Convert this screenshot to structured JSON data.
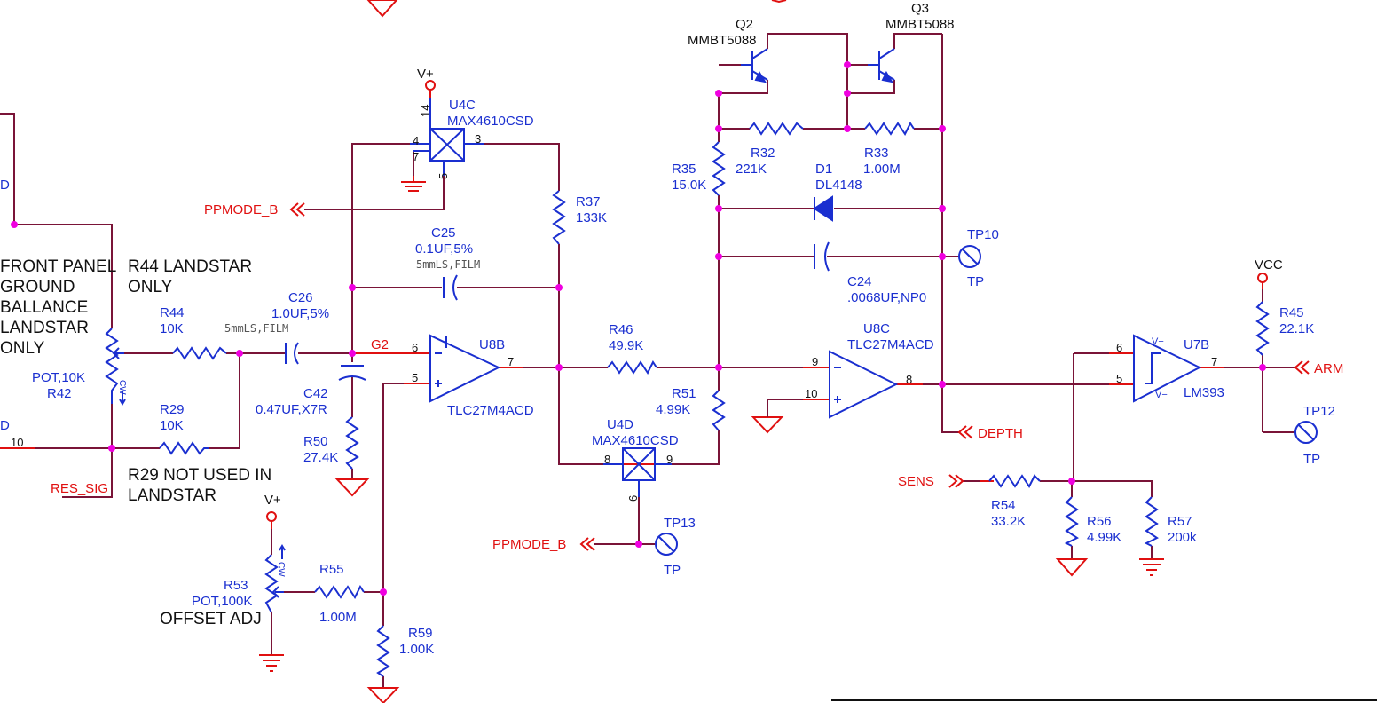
{
  "labels": {
    "u4c_pwr": "V+",
    "u4c_pin14": "14",
    "u4c_ref": "U4C",
    "u4c_part": "MAX4610CSD",
    "u4c_pin4": "4",
    "u4c_pin3": "3",
    "u4c_pin7": "7",
    "u4c_pin5": "5",
    "q2_ref": "Q2",
    "q2_part": "MMBT5088",
    "q3_ref": "Q3",
    "q3_part": "MMBT5088",
    "r35_ref": "R35",
    "r35_val": "15.0K",
    "r32_ref": "R32",
    "r32_val": "221K",
    "r33_ref": "R33",
    "r33_val": "1.00M",
    "d1_ref": "D1",
    "d1_part": "DL4148",
    "r37_ref": "R37",
    "r37_val": "133K",
    "c25_ref": "C25",
    "c25_val": "0.1UF,5%",
    "c25_pkg": "5mmLS,FILM",
    "tp10_ref": "TP10",
    "tp10_sub": "TP",
    "c24_ref": "C24",
    "c24_val": ".0068UF,NP0",
    "r44_ref": "R44",
    "r44_val": "10K",
    "r29_ref": "R29",
    "r29_val": "10K",
    "c26_ref": "C26",
    "c26_val": "1.0UF,5%",
    "c26_pkg": "5mmLS,FILM",
    "c42_ref": "C42",
    "c42_val": "0.47UF,X7R",
    "g2": "G2",
    "u8b_ref": "U8B",
    "u8b_part": "TLC27M4ACD",
    "u8b_p6": "6",
    "u8b_p5": "5",
    "u8b_p7": "7",
    "r50_ref": "R50",
    "r50_val": "27.4K",
    "r46_ref": "R46",
    "r46_val": "49.9K",
    "r51_ref": "R51",
    "r51_val": "4.99K",
    "u8c_ref": "U8C",
    "u8c_part": "TLC27M4ACD",
    "u8c_p9": "9",
    "u8c_p10": "10",
    "u8c_p8": "8",
    "u4d_ref": "U4D",
    "u4d_part": "MAX4610CSD",
    "u4d_p8": "8",
    "u4d_p9": "9",
    "u4d_p6": "6",
    "tp13_ref": "TP13",
    "tp13_sub": "TP",
    "vcc": "VCC",
    "r45_ref": "R45",
    "r45_val": "22.1K",
    "u7b_ref": "U7B",
    "u7b_part": "LM393",
    "u7b_p6": "6",
    "u7b_p5": "5",
    "u7b_p7": "7",
    "u7b_vp": "V+",
    "u7b_vm": "V−",
    "tp12_ref": "TP12",
    "tp12_sub": "TP",
    "r54_ref": "R54",
    "r54_val": "33.2K",
    "r56_ref": "R56",
    "r56_val": "4.99K",
    "r57_ref": "R57",
    "r57_val": "200k",
    "r42_ref": "R42",
    "r42_val": "POT,10K",
    "cw": "CW",
    "r53_ref": "R53",
    "r53_val": "POT,100K",
    "offset_adj": "OFFSET ADJ",
    "r53_pwr": "V+",
    "r55_ref": "R55",
    "r55_val": "1.00M",
    "r59_ref": "R59",
    "r59_val": "1.00K",
    "left_d1": "D",
    "left_d2": "D",
    "left_pin10": "10"
  },
  "nets": {
    "ppmode_b_top": "PPMODE_B",
    "ppmode_b_bot": "PPMODE_B",
    "depth": "DEPTH",
    "arm": "ARM",
    "sens": "SENS",
    "res_sig": "RES_SIG"
  },
  "notes": {
    "front_panel": [
      "FRONT PANEL",
      "GROUND",
      "BALLANCE",
      "LANDSTAR",
      "ONLY"
    ],
    "r44_note": [
      "R44 LANDSTAR",
      "ONLY"
    ],
    "r29_note": [
      "R29 NOT USED IN",
      "LANDSTAR"
    ]
  },
  "colors": {
    "wire": "#7a1438",
    "component": "#1a2fd0",
    "net_label": "#e01010",
    "junction": "#f000e0"
  }
}
